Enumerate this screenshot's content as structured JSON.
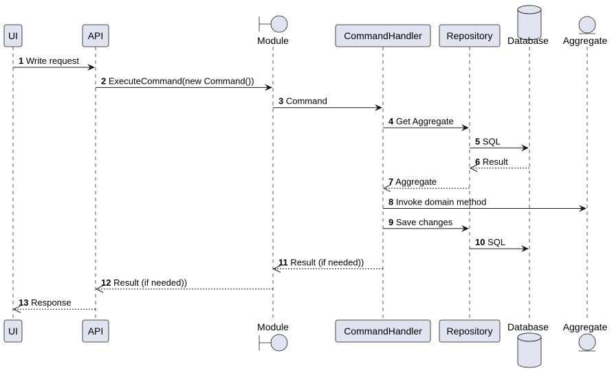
{
  "participants": [
    {
      "id": "ui",
      "label": "UI",
      "kind": "box"
    },
    {
      "id": "api",
      "label": "API",
      "kind": "box"
    },
    {
      "id": "module",
      "label": "Module",
      "kind": "boundary"
    },
    {
      "id": "handler",
      "label": "CommandHandler",
      "kind": "box"
    },
    {
      "id": "repo",
      "label": "Repository",
      "kind": "box"
    },
    {
      "id": "db",
      "label": "Database",
      "kind": "database"
    },
    {
      "id": "agg",
      "label": "Aggregate",
      "kind": "entity"
    }
  ],
  "messages": [
    {
      "num": "1",
      "text": "Write request",
      "from": "ui",
      "to": "api",
      "style": "solid"
    },
    {
      "num": "2",
      "text": "ExecuteCommand(new Command())",
      "from": "api",
      "to": "module",
      "style": "solid"
    },
    {
      "num": "3",
      "text": "Command",
      "from": "module",
      "to": "handler",
      "style": "solid"
    },
    {
      "num": "4",
      "text": "Get Aggregate",
      "from": "handler",
      "to": "repo",
      "style": "solid"
    },
    {
      "num": "5",
      "text": "SQL",
      "from": "repo",
      "to": "db",
      "style": "solid"
    },
    {
      "num": "6",
      "text": "Result",
      "from": "db",
      "to": "repo",
      "style": "dashed"
    },
    {
      "num": "7",
      "text": "Aggregate",
      "from": "repo",
      "to": "handler",
      "style": "dashed"
    },
    {
      "num": "8",
      "text": "Invoke domain method",
      "from": "handler",
      "to": "agg",
      "style": "solid"
    },
    {
      "num": "9",
      "text": "Save changes",
      "from": "handler",
      "to": "repo",
      "style": "solid"
    },
    {
      "num": "10",
      "text": "SQL",
      "from": "repo",
      "to": "db",
      "style": "solid"
    },
    {
      "num": "11",
      "text": "Result (if needed))",
      "from": "handler",
      "to": "module",
      "style": "dashed"
    },
    {
      "num": "12",
      "text": "Result (if needed))",
      "from": "module",
      "to": "api",
      "style": "dashed"
    },
    {
      "num": "13",
      "text": "Response",
      "from": "api",
      "to": "ui",
      "style": "dashed"
    }
  ]
}
